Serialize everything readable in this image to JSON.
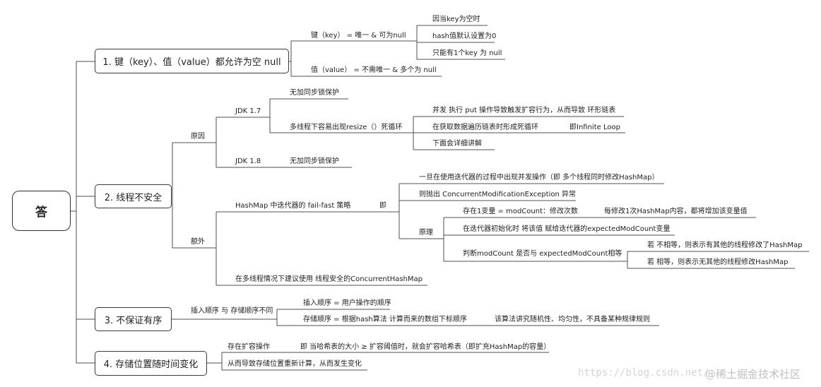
{
  "root": {
    "label": "答"
  },
  "branches": {
    "b1": "1. 键（key）、值（value）都允许为空 null",
    "b2": "2. 线程不安全",
    "b3": "3. 不保证有序",
    "b4": "4. 存储位置随时间变化"
  },
  "b1": {
    "key": "键（key） = 唯一 & 可为null",
    "key_reasons": [
      "因当key为空时",
      "hash值默认设置为0",
      "只能有1个key 为 null"
    ],
    "value": "值（value） = 不需唯一 & 多个为 null"
  },
  "b2": {
    "reason": "原因",
    "jdk17": "JDK 1.7",
    "jdk17_items": [
      "无加同步锁保护",
      "多线程下容易出现resize（）死循环"
    ],
    "resize_items": [
      "并发 执行 put 操作导致触发扩容行为，从而导致 环形链表",
      "在获取数据遍历链表时形成死循环",
      "下面会详细讲解"
    ],
    "infinite_loop": "即Infinite Loop",
    "jdk18": "JDK 1.8",
    "jdk18_item": "无加同步锁保护",
    "extra": "额外",
    "failfast": "HashMap 中迭代器的 fail-fast 策略",
    "ji": "即",
    "failfast_items": [
      "一旦在使用迭代器的过程中出现并发操作（即 多个线程同时修改HashMap）",
      "则抛出 ConcurrentModificationException 异常",
      "原理"
    ],
    "principle_items": [
      "存在1变量 = modCount：修改次数",
      "在迭代器初始化时 将该值 赋给迭代器的expectedModCount变量",
      "判断modCount 是否与 expectedModCount相等"
    ],
    "modcount_note": "每修改1次HashMap内容，都将增加该变量值",
    "judge_items": [
      "若 不相等，则表示有其他的线程修改了HashMap",
      "若 相等，则表示无其他的线程修改HashMap"
    ],
    "suggest": "在多线程情况下建议使用 线程安全的ConcurrentHashMap"
  },
  "b3": {
    "order": "插入顺序 与 存储顺序不同",
    "items": [
      "插入顺序 = 用户操作的顺序",
      "存储顺序 = 根据hash算法 计算而来的数组下标顺序"
    ],
    "algo": "该算法讲究随机性、均匀性，不具备某种规律规则"
  },
  "b4": {
    "resize_op": "存在扩容操作",
    "resize_desc": "即 当哈希表的大小 ≥ 扩容阈值时，就会扩容哈希表（即扩充HashMap的容量）",
    "recompute": "从而导致存储位置重新计算，从而发生变化"
  },
  "watermark": {
    "url": "https://blog.csdn.net/",
    "brand": "@稀土掘金技术社区"
  }
}
